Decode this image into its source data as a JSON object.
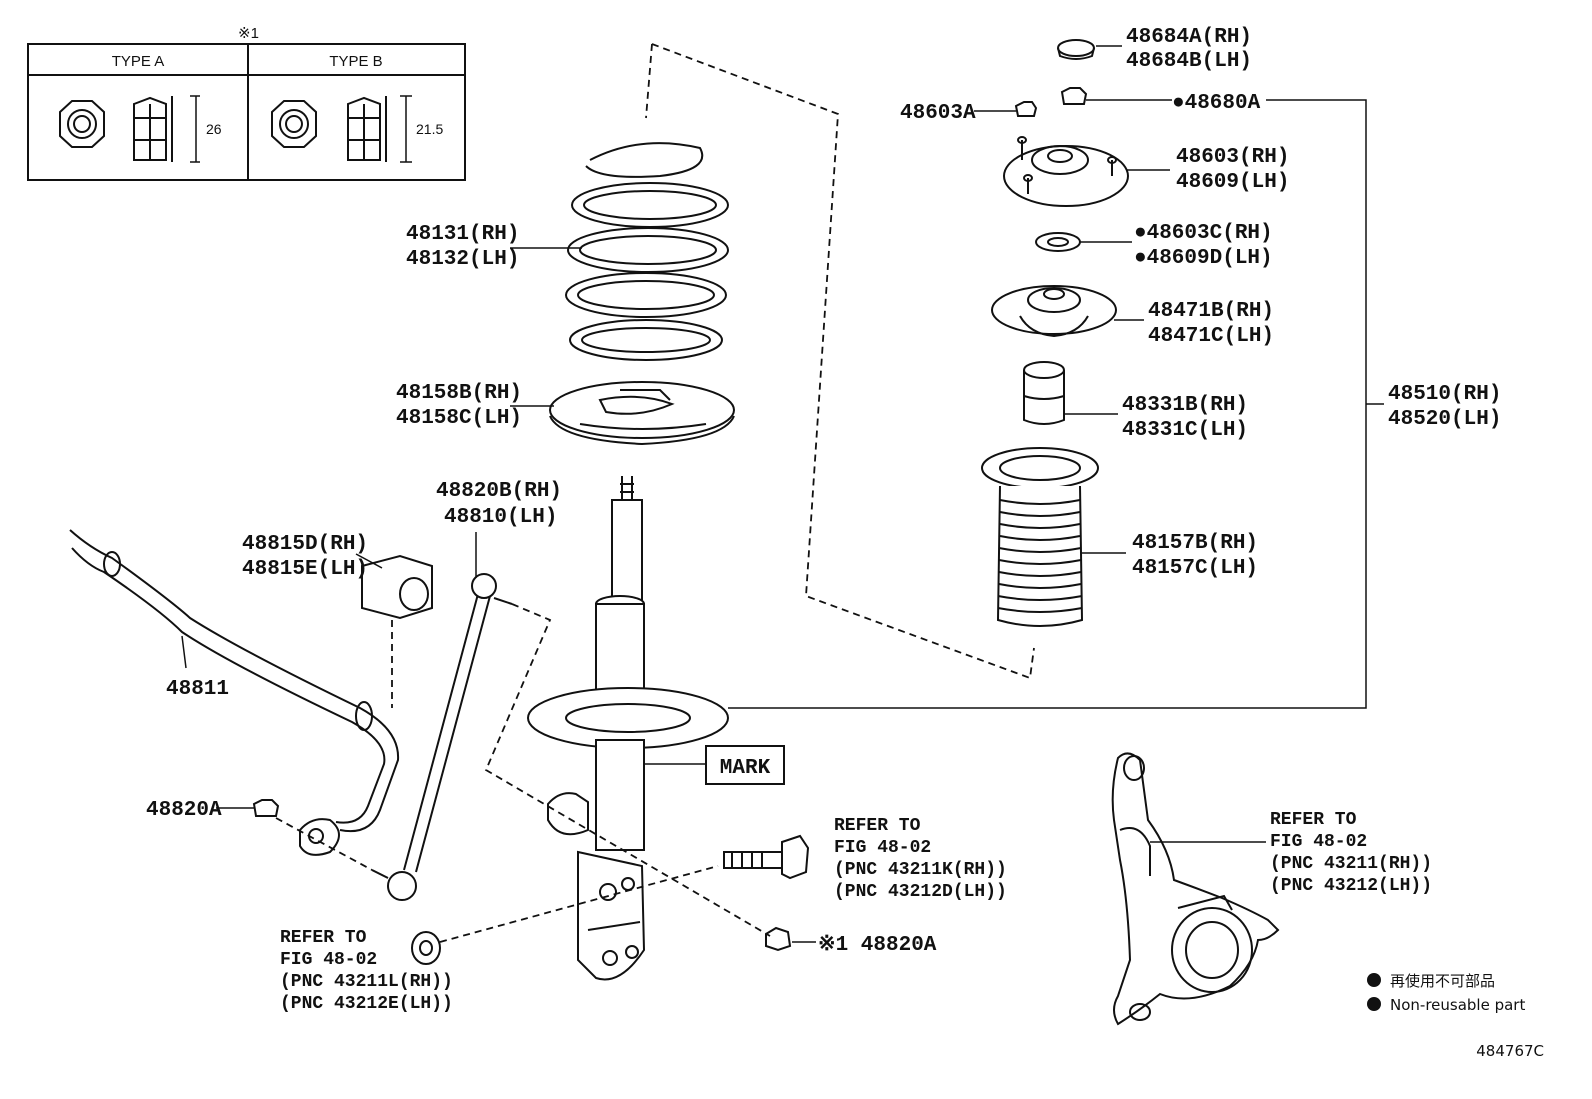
{
  "inset": {
    "note_mark": "※1",
    "type_a": {
      "header": "TYPE A",
      "dimension": "26"
    },
    "type_b": {
      "header": "TYPE B",
      "dimension": "21.5"
    }
  },
  "labels": {
    "p48684_rh": "48684A(RH)",
    "p48684_lh": "48684B(LH)",
    "p48603a": "48603A",
    "p48680a": "●48680A",
    "p48603_rh": "48603(RH)",
    "p48609_lh": "48609(LH)",
    "p48603c_rh": "●48603C(RH)",
    "p48609d_lh": "●48609D(LH)",
    "p48471b_rh": "48471B(RH)",
    "p48471c_lh": "48471C(LH)",
    "p48331b_rh": "48331B(RH)",
    "p48331c_lh": "48331C(LH)",
    "p48157b_rh": "48157B(RH)",
    "p48157c_lh": "48157C(LH)",
    "p48510_rh": "48510(RH)",
    "p48520_lh": "48520(LH)",
    "p48131_rh": "48131(RH)",
    "p48132_lh": "48132(LH)",
    "p48158b_rh": "48158B(RH)",
    "p48158c_lh": "48158C(LH)",
    "p48820b_rh": "48820B(RH)",
    "p48810_lh": "48810(LH)",
    "p48815d_rh": "48815D(RH)",
    "p48815e_lh": "48815E(LH)",
    "p48811": "48811",
    "p48820a_left": "48820A",
    "p48820a_right": "※1 48820A",
    "mark": "MARK"
  },
  "references": {
    "bolt": [
      "REFER TO",
      "FIG 48-02",
      "(PNC 43211K(RH))",
      "(PNC 43212D(LH))"
    ],
    "nut": [
      "REFER TO",
      "FIG 48-02",
      "(PNC 43211L(RH))",
      "(PNC 43212E(LH))"
    ],
    "knuckle": [
      "REFER TO",
      "FIG 48-02",
      "(PNC 43211(RH))",
      "(PNC 43212(LH))"
    ]
  },
  "legend": {
    "japanese": "再使用不可部品",
    "english": "Non-reusable part"
  },
  "diagram_id": "484767C"
}
